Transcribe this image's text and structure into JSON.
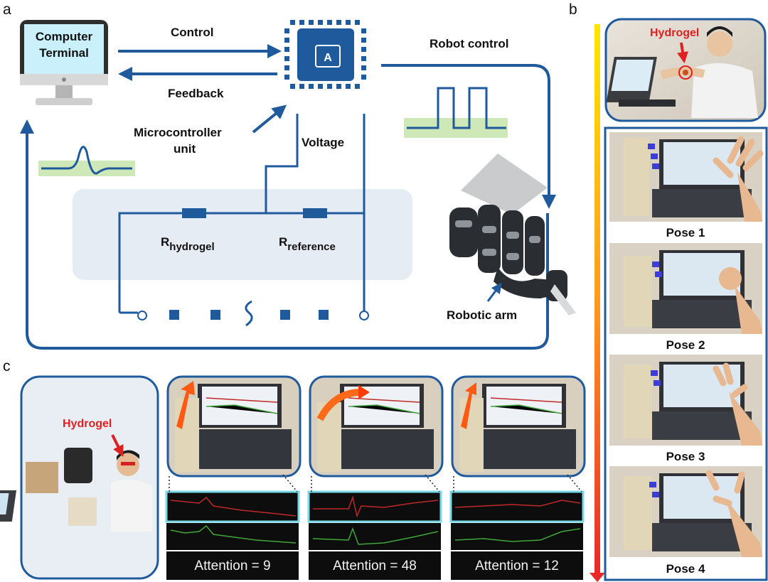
{
  "panels": {
    "a": "a",
    "b": "b",
    "c": "c"
  },
  "diagram": {
    "computer_terminal": [
      "Computer",
      "Terminal"
    ],
    "chip_label": "A",
    "control": "Control",
    "feedback": "Feedback",
    "robot_control": "Robot control",
    "mcu": [
      "Microcontroller",
      "unit"
    ],
    "voltage": "Voltage",
    "r_hydrogel": {
      "main": "R",
      "sub": "hydrogel"
    },
    "r_reference": {
      "main": "R",
      "sub": "reference"
    },
    "robotic_arm": "Robotic arm"
  },
  "panel_b": {
    "hydrogel": "Hydrogel",
    "poses": [
      "Pose 1",
      "Pose 2",
      "Pose 3",
      "Pose 4"
    ]
  },
  "panel_c": {
    "hydrogel": "Hydrogel",
    "attention": [
      "Attention = 9",
      "Attention = 48",
      "Attention = 12"
    ]
  },
  "colors": {
    "accent": "#1f5b9c",
    "wave_band": "#cfe8b8",
    "circuit_box": "#e6ecf3",
    "red_trace": "#c0282a",
    "green_trace": "#3fa63a"
  }
}
